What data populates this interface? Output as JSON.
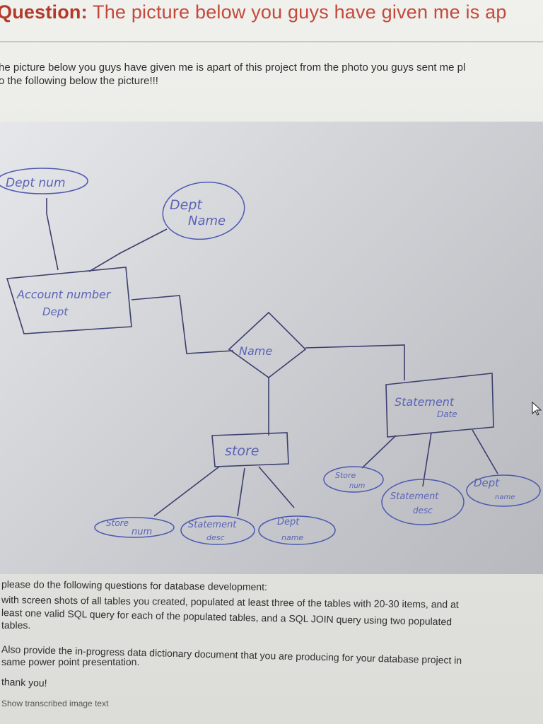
{
  "question": {
    "prefix": "Question:",
    "title_rest": " The picture below you guys have given me is ap"
  },
  "intro": {
    "line1": "he picture below you guys have given me is apart of this project from the photo you guys sent me pl",
    "line2": "o the following below the picture!!!"
  },
  "diagram": {
    "top_left_oval": "Dept num",
    "dept_name_oval_line1": "Dept",
    "dept_name_oval_line2": "Name",
    "account_box_line1": "Account number",
    "account_box_line2": "Dept",
    "diamond_label": "Name",
    "store_box": "store",
    "statement_box_line1": "Statement",
    "statement_box_line2": "Date",
    "oval_store_num_line1": "Store",
    "oval_store_num_line2": "num",
    "oval_statement_desc_line1": "Statement",
    "oval_statement_desc_line2": "desc",
    "oval_dept_name_line1": "Dept",
    "oval_dept_name_line2": "name",
    "oval_store_num2_line1": "Store",
    "oval_store_num2_line2": "num",
    "oval_statement_desc2_line1": "Statement",
    "oval_statement_desc2_line2": "desc",
    "oval_dept_name2_line1": "Dept",
    "oval_dept_name2_line2": "name"
  },
  "body": {
    "line1": "please do the following questions for database development:",
    "line2": "with screen shots of all tables you created, populated at least three of the tables with 20-30 items, and at",
    "line3": "least one valid SQL query for each of the populated tables, and a SQL JOIN query using two populated",
    "line4": "tables.",
    "line5": "Also provide the in-progress data dictionary document that you are producing for your database project in",
    "line6": "same power point presentation.",
    "line7": "thank you!"
  },
  "footer": {
    "show_transcribed": "Show transcribed image text"
  }
}
